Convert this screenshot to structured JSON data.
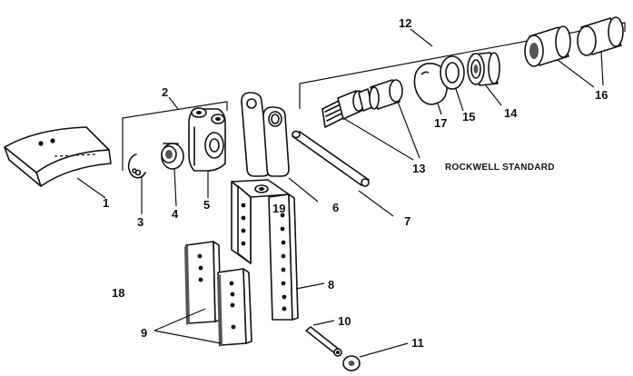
{
  "caption": "ROCKWELL STANDARD",
  "callouts": {
    "c1": "1",
    "c2": "2",
    "c3": "3",
    "c4": "4",
    "c5": "5",
    "c6": "6",
    "c7": "7",
    "c8": "8",
    "c9": "9",
    "c10": "10",
    "c11": "11",
    "c12": "12",
    "c13": "13",
    "c14": "14",
    "c15": "15",
    "c16": "16",
    "c17": "17",
    "c18": "18",
    "c19": "19"
  },
  "icons": [
    "cap-plate",
    "snap-ring",
    "bushing",
    "clevis",
    "link-plate",
    "long-pin",
    "frame-bracket",
    "side-plate",
    "short-pin",
    "washer",
    "seal-ring",
    "cup-bushing",
    "splined-shaft"
  ]
}
